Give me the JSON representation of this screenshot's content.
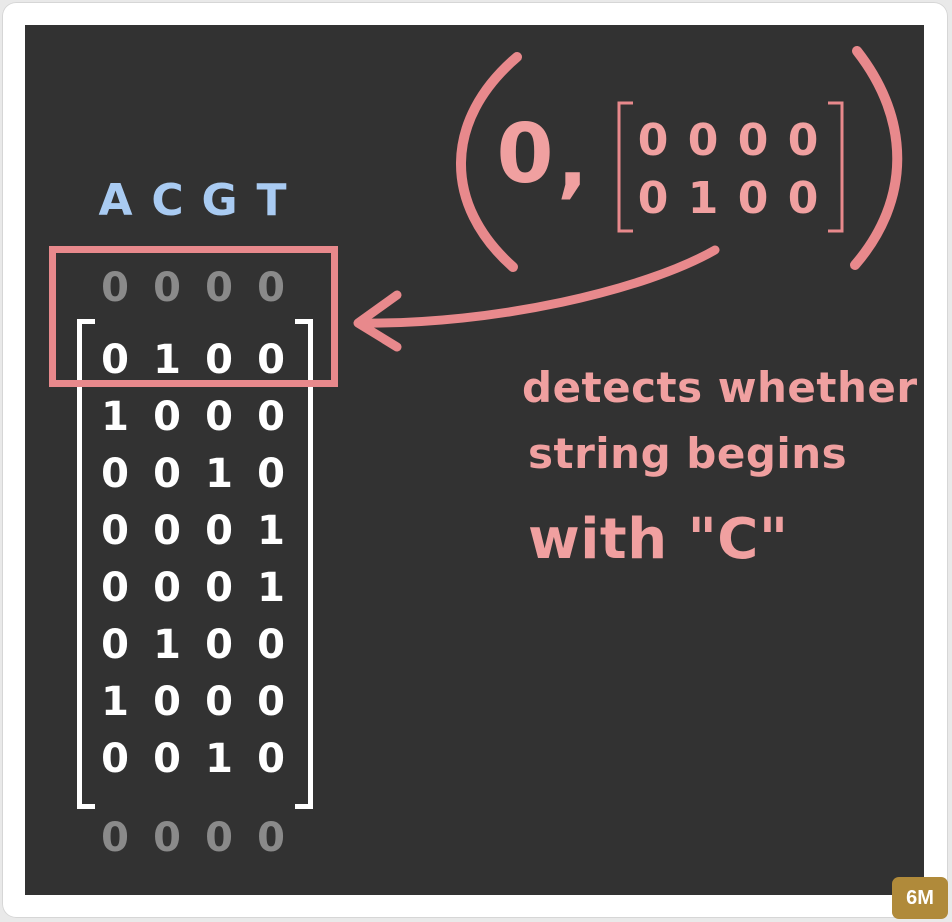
{
  "colors": {
    "background": "#323232",
    "header": "#a9cbf2",
    "matrix": "#ffffff",
    "padding": "#8a8a8a",
    "annotation": "#f0a0a0",
    "badge": "#b08a3a"
  },
  "alphabet": [
    "A",
    "C",
    "G",
    "T"
  ],
  "pad_rows": {
    "top": [
      "0",
      "0",
      "0",
      "0"
    ],
    "bottom": [
      "0",
      "0",
      "0",
      "0"
    ]
  },
  "matrix_rows": [
    [
      "0",
      "1",
      "0",
      "0"
    ],
    [
      "1",
      "0",
      "0",
      "0"
    ],
    [
      "0",
      "0",
      "1",
      "0"
    ],
    [
      "0",
      "0",
      "0",
      "1"
    ],
    [
      "0",
      "0",
      "0",
      "1"
    ],
    [
      "0",
      "1",
      "0",
      "0"
    ],
    [
      "1",
      "0",
      "0",
      "0"
    ],
    [
      "0",
      "0",
      "1",
      "0"
    ]
  ],
  "filter": {
    "bias": "0",
    "separator": ",",
    "rows": [
      [
        "0",
        "0",
        "0",
        "0"
      ],
      [
        "0",
        "1",
        "0",
        "0"
      ]
    ]
  },
  "annotation": {
    "line1": "detects whether",
    "line2": "string begins",
    "line3": "with \"C\""
  },
  "badge": "6M"
}
